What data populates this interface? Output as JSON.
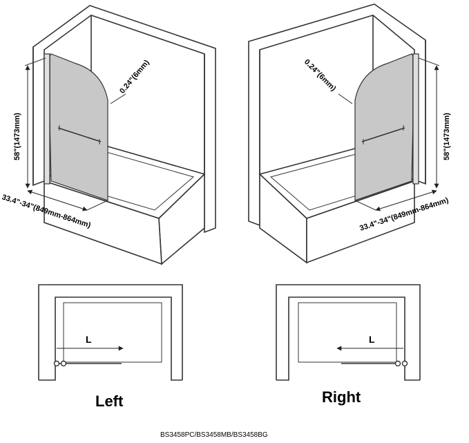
{
  "left_view": {
    "height_label": "58\"(1473mm)",
    "width_label": "33.4\"-34\"(849mm-864mm)",
    "thickness_label": "0.24\"(6mm)"
  },
  "right_view": {
    "height_label": "58\"(1473mm)",
    "width_label": "33.4\"-34\"(849mm-864mm)",
    "thickness_label": "0.24\"(6mm)"
  },
  "left_plan": {
    "direction_label": "L",
    "caption": "Left"
  },
  "right_plan": {
    "direction_label": "L",
    "caption": "Right"
  },
  "model_numbers": "BS3458PC/BS3458MB/BS3458BG",
  "colors": {
    "line": "#333333",
    "glass": "#c8c8c8",
    "background": "#ffffff"
  }
}
